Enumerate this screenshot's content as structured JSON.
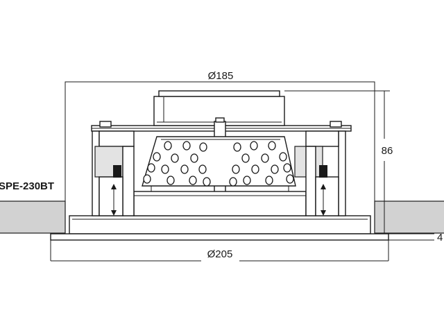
{
  "model_label": "SPE-230BT",
  "dimensions": {
    "top_diameter": "Ø185",
    "height": "86",
    "bottom_diameter": "Ø205",
    "flange_thickness": "4"
  },
  "colors": {
    "line": "#1a1a1a",
    "ceiling": "#d2d2d2",
    "background": "#ffffff"
  }
}
